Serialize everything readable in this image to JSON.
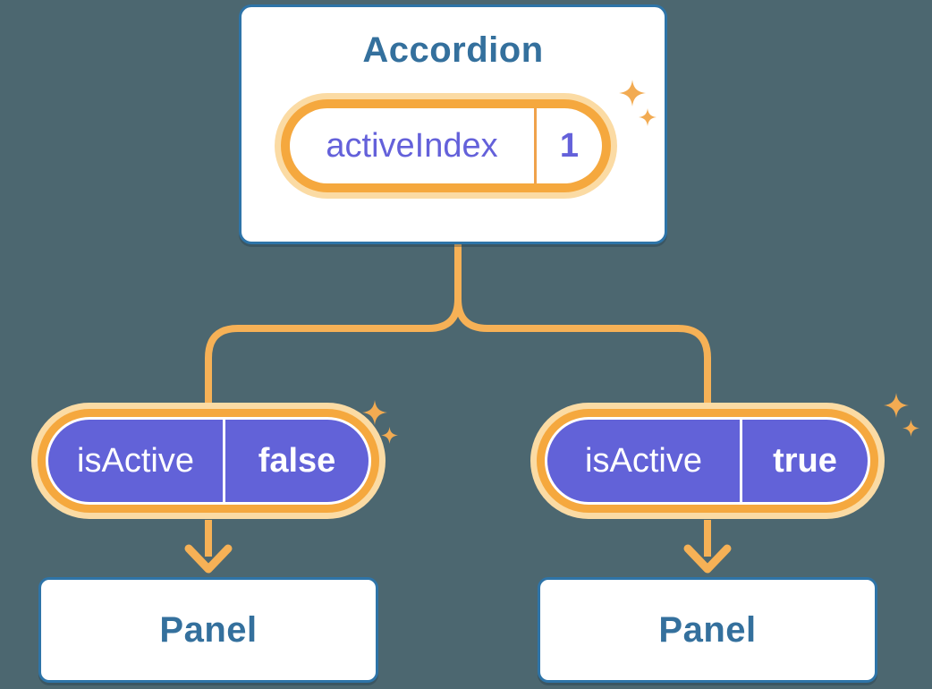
{
  "colors": {
    "bg": "#4C6770",
    "card_border": "#2E74A8",
    "heading": "#34709D",
    "purple": "#6262D8",
    "purple_text": "#6461DA",
    "ring": "#F5A83E",
    "glow": "#FBDBA4",
    "line": "#F6B156",
    "divider_orange": "#F0A24B",
    "sparkle": "#F2AB52"
  },
  "accordion": {
    "title": "Accordion",
    "state": {
      "label": "activeIndex",
      "value": "1"
    }
  },
  "branches": {
    "left": {
      "prop": {
        "label": "isActive",
        "value": "false"
      },
      "panel_title": "Panel"
    },
    "right": {
      "prop": {
        "label": "isActive",
        "value": "true"
      },
      "panel_title": "Panel"
    }
  }
}
